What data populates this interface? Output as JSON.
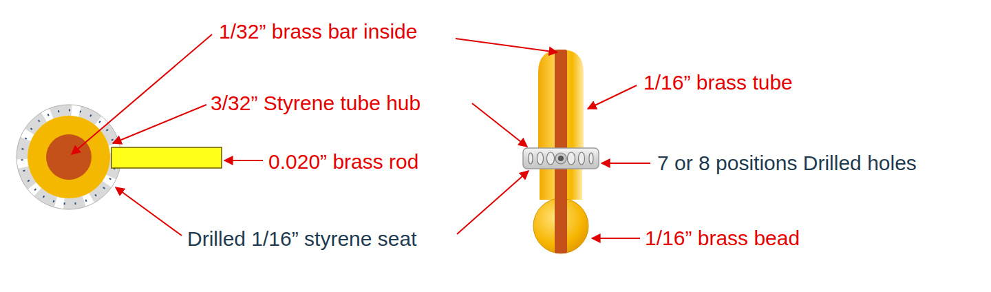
{
  "diagram": {
    "labels": [
      "1/32” brass bar inside",
      "3/32” Styrene tube hub",
      "0.020” brass rod",
      "Drilled 1/16” styrene seat",
      "1/16” brass tube",
      "7 or 8 positions Drilled holes",
      "1/16” brass bead"
    ]
  }
}
